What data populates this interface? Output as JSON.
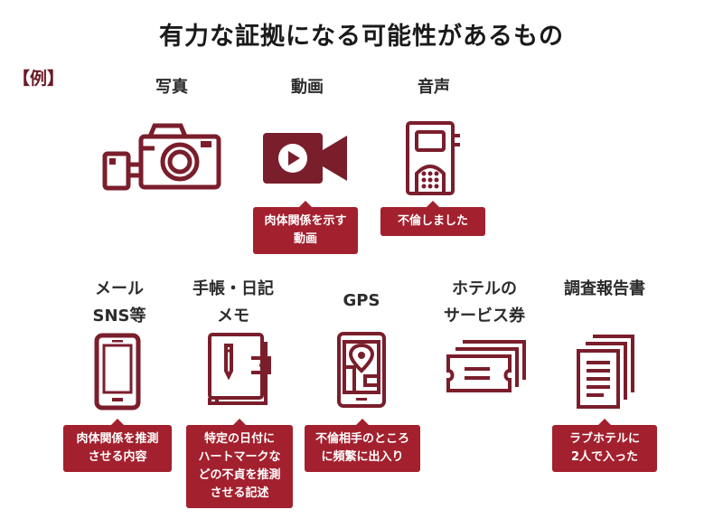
{
  "title": "有力な証拠になる可能性があるもの",
  "example_label": "【例】",
  "accent_color": "#7a1e2c",
  "callout_color": "#a3202e",
  "items": [
    {
      "label_lines": [
        "写真"
      ],
      "icon": "camera-icon"
    },
    {
      "label_lines": [
        "動画"
      ],
      "icon": "video-camera-icon",
      "note_lines": [
        "肉体関係を示す",
        "動画"
      ]
    },
    {
      "label_lines": [
        "音声"
      ],
      "icon": "voice-recorder-icon",
      "note_lines": [
        "不倫しました"
      ]
    },
    {
      "label_lines": [
        "メール",
        "SNS等"
      ],
      "icon": "smartphone-icon",
      "note_lines": [
        "肉体関係を推測",
        "させる内容"
      ]
    },
    {
      "label_lines": [
        "手帳・日記",
        "メモ"
      ],
      "icon": "notebook-icon",
      "note_lines": [
        "特定の日付に",
        "ハートマークな",
        "どの不貞を推測",
        "させる記述"
      ]
    },
    {
      "label_lines": [
        "GPS"
      ],
      "icon": "gps-map-icon",
      "note_lines": [
        "不倫相手のところ",
        "に頻繁に出入り"
      ]
    },
    {
      "label_lines": [
        "ホテルの",
        "サービス券"
      ],
      "icon": "tickets-icon"
    },
    {
      "label_lines": [
        "調査報告書"
      ],
      "icon": "documents-icon",
      "note_lines": [
        "ラブホテルに",
        "2人で入った"
      ]
    }
  ]
}
